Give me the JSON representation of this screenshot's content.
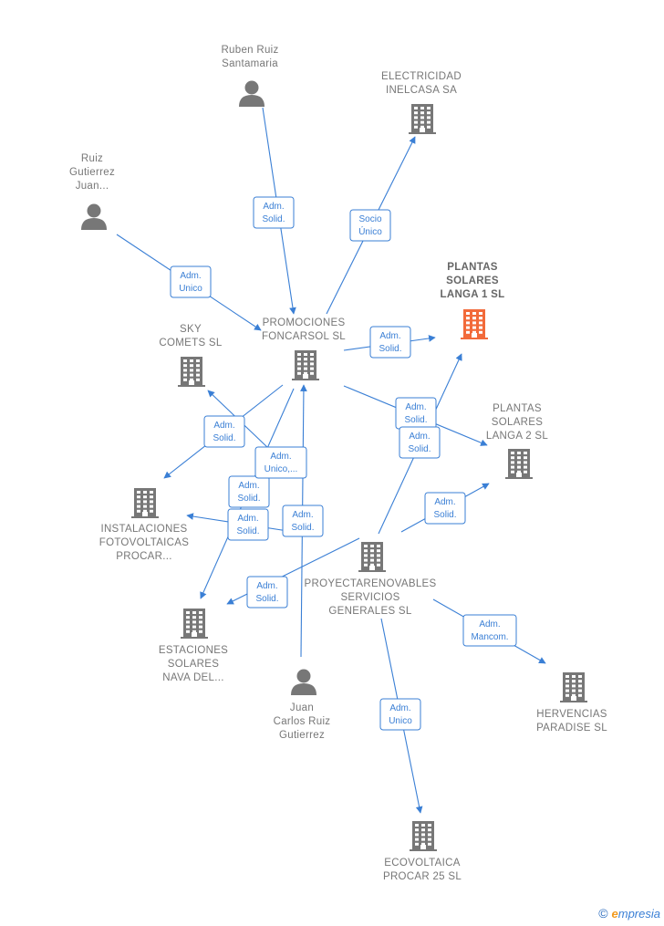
{
  "colors": {
    "edge": "#3a7fd5",
    "node": "#777777",
    "highlight": "#f26a3a",
    "label": "#777777"
  },
  "nodes": [
    {
      "id": "ruben",
      "type": "person",
      "lines": [
        "Ruben Ruiz",
        "Santamaria"
      ]
    },
    {
      "id": "electricidad",
      "type": "company",
      "lines": [
        "ELECTRICIDAD",
        "INELCASA SA"
      ]
    },
    {
      "id": "ruiz",
      "type": "person",
      "lines": [
        "Ruiz",
        "Gutierrez",
        "Juan..."
      ]
    },
    {
      "id": "plantas1",
      "type": "company",
      "highlight": true,
      "lines": [
        "PLANTAS",
        "SOLARES",
        "LANGA 1  SL"
      ]
    },
    {
      "id": "sky",
      "type": "company",
      "lines": [
        "SKY",
        "COMETS  SL"
      ]
    },
    {
      "id": "promociones",
      "type": "company",
      "lines": [
        "PROMOCIONES",
        "FONCARSOL SL"
      ]
    },
    {
      "id": "plantas2",
      "type": "company",
      "lines": [
        "PLANTAS",
        "SOLARES",
        "LANGA 2  SL"
      ]
    },
    {
      "id": "instalaciones",
      "type": "company",
      "lines": [
        "INSTALACIONES",
        "FOTOVOLTAICAS",
        "PROCAR..."
      ]
    },
    {
      "id": "proyecta",
      "type": "company",
      "lines": [
        "PROYECTARENOVABLES",
        "SERVICIOS",
        "GENERALES SL"
      ]
    },
    {
      "id": "estaciones",
      "type": "company",
      "lines": [
        "ESTACIONES",
        "SOLARES",
        "NAVA DEL..."
      ]
    },
    {
      "id": "juan",
      "type": "person",
      "lines": [
        "Juan",
        "Carlos Ruiz",
        "Gutierrez"
      ]
    },
    {
      "id": "hervencias",
      "type": "company",
      "lines": [
        "HERVENCIAS",
        "PARADISE  SL"
      ]
    },
    {
      "id": "ecovoltaica",
      "type": "company",
      "lines": [
        "ECOVOLTAICA",
        "PROCAR 25  SL"
      ]
    }
  ],
  "edges": [
    {
      "from": "ruben",
      "to": "promociones",
      "label": [
        "Adm.",
        "Solid."
      ]
    },
    {
      "from": "ruiz",
      "to": "promociones",
      "label": [
        "Adm.",
        "Unico"
      ]
    },
    {
      "from": "promociones",
      "to": "electricidad",
      "label": [
        "Socio",
        "Único"
      ]
    },
    {
      "from": "promociones",
      "to": "plantas1",
      "label": [
        "Adm.",
        "Solid."
      ]
    },
    {
      "from": "promociones",
      "to": "plantas2",
      "label": [
        "Adm.",
        "Solid."
      ]
    },
    {
      "from": "promociones",
      "to": "instalaciones",
      "label": [
        "Adm.",
        "Solid."
      ]
    },
    {
      "from": "promociones",
      "to": "estaciones",
      "label": [
        "Adm.",
        "Solid."
      ]
    },
    {
      "from": "proyecta",
      "to": "sky",
      "label": [
        "Adm.",
        "Unico,..."
      ]
    },
    {
      "from": "proyecta",
      "to": "plantas1",
      "label": [
        "Adm.",
        "Solid."
      ]
    },
    {
      "from": "proyecta",
      "to": "plantas2",
      "label": [
        "Adm.",
        "Solid."
      ]
    },
    {
      "from": "proyecta",
      "to": "instalaciones",
      "label": [
        "Adm.",
        "Solid."
      ]
    },
    {
      "from": "proyecta",
      "to": "estaciones",
      "label": [
        "Adm.",
        "Solid."
      ]
    },
    {
      "from": "juan",
      "to": "promociones",
      "label": [
        "Adm.",
        "Solid."
      ]
    },
    {
      "from": "proyecta",
      "to": "hervencias",
      "label": [
        "Adm.",
        "Mancom."
      ]
    },
    {
      "from": "proyecta",
      "to": "ecovoltaica",
      "label": [
        "Adm.",
        "Unico"
      ]
    }
  ],
  "footer": {
    "copyright": "©",
    "brand_first": "e",
    "brand_rest": "mpresia"
  }
}
